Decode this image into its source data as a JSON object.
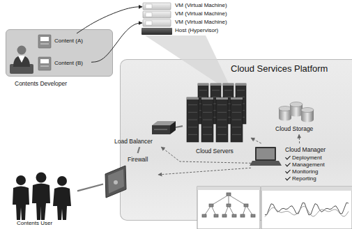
{
  "diagram": {
    "nodes": [
      {
        "text": [
          "Contents Developer"
        ]
      },
      {
        "text": [
          "Content (A)"
        ],
        "in": 0
      },
      {
        "text": [
          "Content (B)"
        ],
        "in": 0
      },
      {
        "text": [
          "VM (Virtual Machine)"
        ]
      },
      {
        "text": [
          "VM (Virtual Machine)"
        ]
      },
      {
        "text": [
          "VM (Virtual Machine)"
        ]
      },
      {
        "text": [
          "Host (Hypervisor)"
        ]
      },
      {
        "text": [
          "Cloud Services Platform"
        ]
      },
      {
        "text": [
          "Cloud Servers"
        ],
        "in": 7
      },
      {
        "text": [
          "Cloud Storage"
        ],
        "in": 7
      },
      {
        "text": [
          "Cloud Manager",
          "Deployment",
          "Management",
          "Monitoring",
          "Reporting"
        ],
        "in": 7
      },
      {
        "text": [
          "Load Balancer"
        ],
        "in": 7
      },
      {
        "text": [
          "Firewall"
        ],
        "in": 7
      },
      {
        "text": [
          "Contents User"
        ]
      }
    ],
    "edges": [
      {
        "from": 1,
        "to": 3,
        "arrow": "to"
      },
      {
        "from": 2,
        "to": 5,
        "arrow": "to"
      },
      {
        "from": 13,
        "to": 12,
        "arrow": "none"
      },
      {
        "from": 12,
        "to": 11,
        "arrow": "none"
      },
      {
        "from": 11,
        "to": 8,
        "arrow": "none"
      },
      {
        "from": 10,
        "to": 11,
        "arrow": "to"
      },
      {
        "from": 10,
        "to": 12,
        "arrow": "to"
      },
      {
        "from": 10,
        "to": 8,
        "arrow": "to"
      },
      {
        "from": 10,
        "to": 9,
        "arrow": "to"
      }
    ]
  }
}
